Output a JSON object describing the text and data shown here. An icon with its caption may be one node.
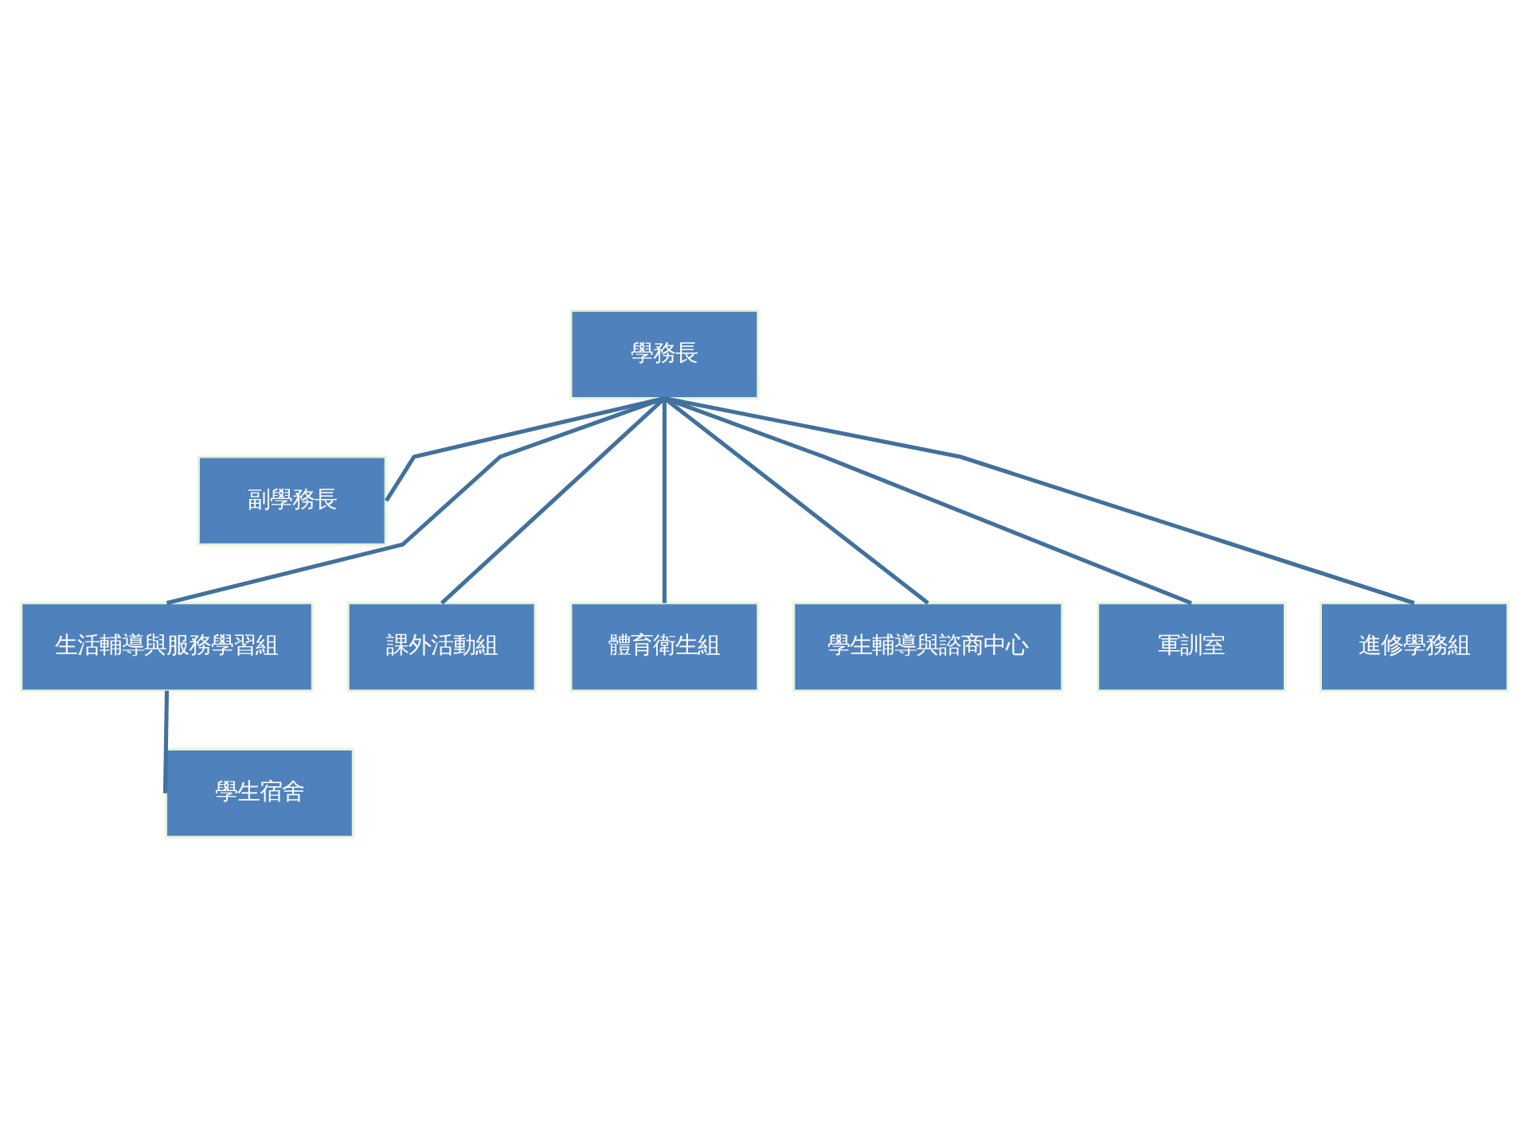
{
  "diagram": {
    "nodes": [
      {
        "text": [
          "學務長"
        ]
      },
      {
        "text": [
          "副學務長"
        ]
      },
      {
        "text": [
          "生活輔導與服務學習組"
        ]
      },
      {
        "text": [
          "課外活動組"
        ]
      },
      {
        "text": [
          "體育衛生組"
        ]
      },
      {
        "text": [
          "學生輔導與諮商中心"
        ]
      },
      {
        "text": [
          "軍訓室"
        ]
      },
      {
        "text": [
          "進修學務組"
        ]
      },
      {
        "text": [
          "學生宿舍"
        ]
      }
    ],
    "edges": [
      {
        "from": 0,
        "to": 1,
        "arrow": "none"
      },
      {
        "from": 0,
        "to": 2,
        "arrow": "none"
      },
      {
        "from": 0,
        "to": 3,
        "arrow": "none"
      },
      {
        "from": 0,
        "to": 4,
        "arrow": "none"
      },
      {
        "from": 0,
        "to": 5,
        "arrow": "none"
      },
      {
        "from": 0,
        "to": 6,
        "arrow": "none"
      },
      {
        "from": 0,
        "to": 7,
        "arrow": "none"
      },
      {
        "from": 2,
        "to": 8,
        "arrow": "none"
      }
    ]
  }
}
